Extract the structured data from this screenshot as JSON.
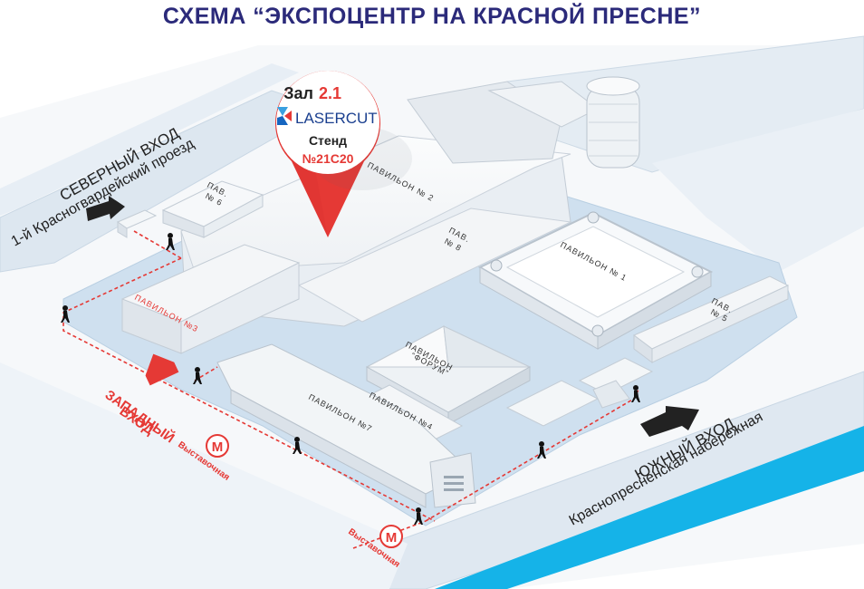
{
  "title": "СХЕМА “ЭКСПОЦЕНТР НА КРАСНОЙ ПРЕСНЕ”",
  "colors": {
    "title": "#2b2a7a",
    "site": "#cfe0ef",
    "road": "#dfe9f2",
    "river": "#15b3e8",
    "pin": "#e53935",
    "route": "#e53935",
    "arrow_dark": "#222222",
    "metro": "#e53935"
  },
  "pin": {
    "hall_prefix": "Зал",
    "hall_number": "2.1",
    "company": "LASERCUT",
    "stand_label": "Стенд",
    "stand_number": "№21С20"
  },
  "entrances": {
    "north": {
      "name": "СЕВЕРНЫЙ ВХОД",
      "street": "1-й Красногвардейский проезд"
    },
    "west": {
      "name_line1": "ЗАПАДНЫЙ",
      "name_line2": "ВХОД"
    },
    "south": {
      "name": "ЮЖНЫЙ ВХОД",
      "street": "Краснопресненская набережная"
    }
  },
  "metro": {
    "symbol": "М",
    "station": "Выставочная"
  },
  "pavilions": {
    "p1": "ПАВИЛЬОН № 1",
    "p2": "ПАВИЛЬОН № 2",
    "p3": "ПАВИЛЬОН №3",
    "p4": "ПАВИЛЬОН №4",
    "p5_line1": "ПАВ.",
    "p5_line2": "№ 5",
    "p6_line1": "ПАВ.",
    "p6_line2": "№ 6",
    "p7": "ПАВИЛЬОН №7",
    "p8_line1": "ПАВ.",
    "p8_line2": "№ 8",
    "forum_line1": "ПАВИЛЬОН",
    "forum_line2": "“ФОРУМ”"
  }
}
